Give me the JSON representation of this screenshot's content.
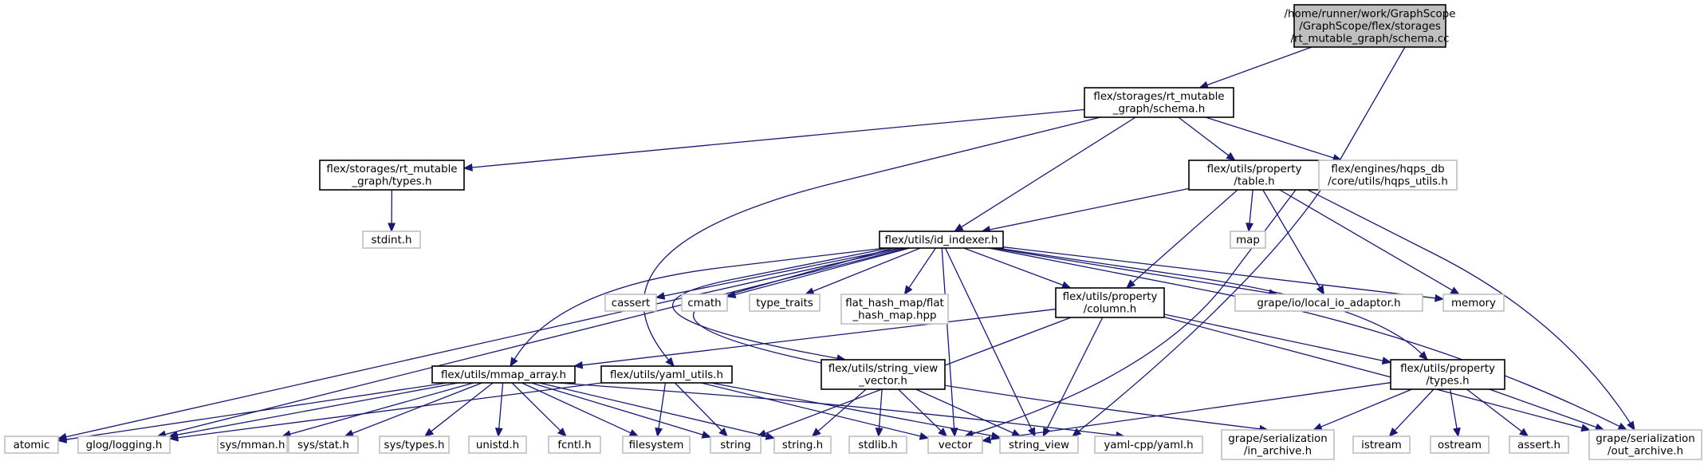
{
  "diagram": {
    "type": "include-dependency-graph",
    "colors": {
      "edge": "#191970",
      "root_fill": "#bfbfbf",
      "node_border": "#000000",
      "external_border": "#bfbfbf",
      "background": "#ffffff"
    },
    "nodes": [
      {
        "id": "root",
        "kind": "root",
        "lines": [
          "/home/runner/work/GraphScope",
          "/GraphScope/flex/storages",
          "/rt_mutable_graph/schema.cc"
        ]
      },
      {
        "id": "schema_h",
        "kind": "main",
        "lines": [
          "flex/storages/rt_mutable",
          "_graph/schema.h"
        ]
      },
      {
        "id": "types_h",
        "kind": "main",
        "lines": [
          "flex/storages/rt_mutable",
          "_graph/types.h"
        ]
      },
      {
        "id": "table_h",
        "kind": "main",
        "lines": [
          "flex/utils/property",
          "/table.h"
        ]
      },
      {
        "id": "hqps_utils",
        "kind": "ext",
        "lines": [
          "flex/engines/hqps_db",
          "/core/utils/hqps_utils.h"
        ]
      },
      {
        "id": "stdint",
        "kind": "ext",
        "lines": [
          "stdint.h"
        ]
      },
      {
        "id": "id_indexer",
        "kind": "main",
        "lines": [
          "flex/utils/id_indexer.h"
        ]
      },
      {
        "id": "map",
        "kind": "ext",
        "lines": [
          "map"
        ]
      },
      {
        "id": "cassert",
        "kind": "ext",
        "lines": [
          "cassert"
        ]
      },
      {
        "id": "cmath",
        "kind": "ext",
        "lines": [
          "cmath"
        ]
      },
      {
        "id": "type_traits",
        "kind": "ext",
        "lines": [
          "type_traits"
        ]
      },
      {
        "id": "flat_hash_map",
        "kind": "ext",
        "lines": [
          "flat_hash_map/flat",
          "_hash_map.hpp"
        ]
      },
      {
        "id": "column_h",
        "kind": "main",
        "lines": [
          "flex/utils/property",
          "/column.h"
        ]
      },
      {
        "id": "local_io",
        "kind": "ext",
        "lines": [
          "grape/io/local_io_adaptor.h"
        ]
      },
      {
        "id": "memory",
        "kind": "ext",
        "lines": [
          "memory"
        ]
      },
      {
        "id": "mmap_array",
        "kind": "main",
        "lines": [
          "flex/utils/mmap_array.h"
        ]
      },
      {
        "id": "yaml_utils",
        "kind": "main",
        "lines": [
          "flex/utils/yaml_utils.h"
        ]
      },
      {
        "id": "sv_vector",
        "kind": "main",
        "lines": [
          "flex/utils/string_view",
          "_vector.h"
        ]
      },
      {
        "id": "ptypes_h",
        "kind": "main",
        "lines": [
          "flex/utils/property",
          "/types.h"
        ]
      },
      {
        "id": "atomic",
        "kind": "ext",
        "lines": [
          "atomic"
        ]
      },
      {
        "id": "glog",
        "kind": "ext",
        "lines": [
          "glog/logging.h"
        ]
      },
      {
        "id": "sys_mman",
        "kind": "ext",
        "lines": [
          "sys/mman.h"
        ]
      },
      {
        "id": "sys_stat",
        "kind": "ext",
        "lines": [
          "sys/stat.h"
        ]
      },
      {
        "id": "sys_types",
        "kind": "ext",
        "lines": [
          "sys/types.h"
        ]
      },
      {
        "id": "unistd",
        "kind": "ext",
        "lines": [
          "unistd.h"
        ]
      },
      {
        "id": "fcntl",
        "kind": "ext",
        "lines": [
          "fcntl.h"
        ]
      },
      {
        "id": "filesystem",
        "kind": "ext",
        "lines": [
          "filesystem"
        ]
      },
      {
        "id": "string",
        "kind": "ext",
        "lines": [
          "string"
        ]
      },
      {
        "id": "string_h",
        "kind": "ext",
        "lines": [
          "string.h"
        ]
      },
      {
        "id": "stdlib",
        "kind": "ext",
        "lines": [
          "stdlib.h"
        ]
      },
      {
        "id": "vector",
        "kind": "ext",
        "lines": [
          "vector"
        ]
      },
      {
        "id": "string_view",
        "kind": "ext",
        "lines": [
          "string_view"
        ]
      },
      {
        "id": "yaml_cpp",
        "kind": "ext",
        "lines": [
          "yaml-cpp/yaml.h"
        ]
      },
      {
        "id": "in_archive",
        "kind": "ext",
        "lines": [
          "grape/serialization",
          "/in_archive.h"
        ]
      },
      {
        "id": "istream",
        "kind": "ext",
        "lines": [
          "istream"
        ]
      },
      {
        "id": "ostream",
        "kind": "ext",
        "lines": [
          "ostream"
        ]
      },
      {
        "id": "assert",
        "kind": "ext",
        "lines": [
          "assert.h"
        ]
      },
      {
        "id": "out_archive",
        "kind": "ext",
        "lines": [
          "grape/serialization",
          "/out_archive.h"
        ]
      }
    ],
    "edges": [
      [
        "root",
        "schema_h"
      ],
      [
        "root",
        "string_view"
      ],
      [
        "schema_h",
        "types_h"
      ],
      [
        "schema_h",
        "table_h"
      ],
      [
        "schema_h",
        "hqps_utils"
      ],
      [
        "schema_h",
        "id_indexer"
      ],
      [
        "schema_h",
        "yaml_utils"
      ],
      [
        "types_h",
        "stdint"
      ],
      [
        "table_h",
        "id_indexer"
      ],
      [
        "table_h",
        "map"
      ],
      [
        "table_h",
        "column_h"
      ],
      [
        "table_h",
        "local_io"
      ],
      [
        "table_h",
        "memory"
      ],
      [
        "table_h",
        "out_archive"
      ],
      [
        "table_h",
        "vector"
      ],
      [
        "id_indexer",
        "atomic"
      ],
      [
        "id_indexer",
        "glog"
      ],
      [
        "id_indexer",
        "mmap_array"
      ],
      [
        "id_indexer",
        "cassert"
      ],
      [
        "id_indexer",
        "cmath"
      ],
      [
        "id_indexer",
        "type_traits"
      ],
      [
        "id_indexer",
        "flat_hash_map"
      ],
      [
        "id_indexer",
        "column_h"
      ],
      [
        "id_indexer",
        "local_io"
      ],
      [
        "id_indexer",
        "memory"
      ],
      [
        "id_indexer",
        "vector"
      ],
      [
        "id_indexer",
        "string_view"
      ],
      [
        "id_indexer",
        "ptypes_h"
      ],
      [
        "id_indexer",
        "in_archive"
      ],
      [
        "id_indexer",
        "out_archive"
      ],
      [
        "id_indexer",
        "sv_vector"
      ],
      [
        "column_h",
        "mmap_array"
      ],
      [
        "column_h",
        "string"
      ],
      [
        "column_h",
        "string_view"
      ],
      [
        "column_h",
        "ptypes_h"
      ],
      [
        "column_h",
        "out_archive"
      ],
      [
        "mmap_array",
        "atomic"
      ],
      [
        "mmap_array",
        "glog"
      ],
      [
        "mmap_array",
        "sys_mman"
      ],
      [
        "mmap_array",
        "sys_stat"
      ],
      [
        "mmap_array",
        "sys_types"
      ],
      [
        "mmap_array",
        "unistd"
      ],
      [
        "mmap_array",
        "fcntl"
      ],
      [
        "mmap_array",
        "filesystem"
      ],
      [
        "mmap_array",
        "string"
      ],
      [
        "mmap_array",
        "string_h"
      ],
      [
        "mmap_array",
        "yaml_cpp"
      ],
      [
        "yaml_utils",
        "glog"
      ],
      [
        "yaml_utils",
        "filesystem"
      ],
      [
        "yaml_utils",
        "string"
      ],
      [
        "yaml_utils",
        "vector"
      ],
      [
        "yaml_utils",
        "string_view"
      ],
      [
        "sv_vector",
        "string_h"
      ],
      [
        "sv_vector",
        "stdlib"
      ],
      [
        "sv_vector",
        "vector"
      ],
      [
        "sv_vector",
        "string_view"
      ],
      [
        "ptypes_h",
        "vector"
      ],
      [
        "ptypes_h",
        "in_archive"
      ],
      [
        "ptypes_h",
        "istream"
      ],
      [
        "ptypes_h",
        "ostream"
      ],
      [
        "ptypes_h",
        "assert"
      ],
      [
        "ptypes_h",
        "out_archive"
      ]
    ]
  }
}
